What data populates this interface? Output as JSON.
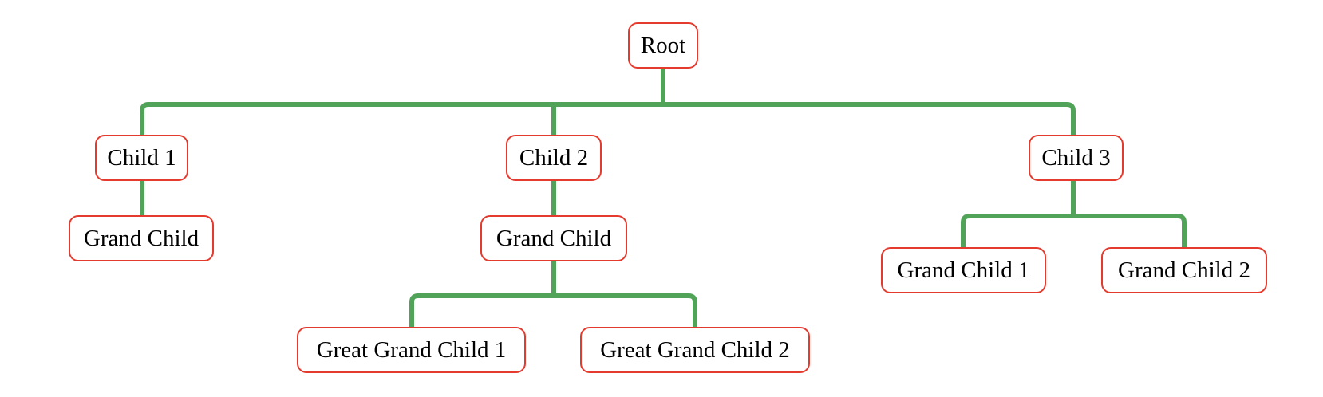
{
  "colors": {
    "connector": "#52a35a",
    "node_border": "#e53b2f",
    "node_text": "#000000",
    "background": "#ffffff"
  },
  "tree": {
    "root": "Root",
    "children": [
      {
        "label": "Child 1",
        "children": [
          {
            "label": "Grand Child"
          }
        ]
      },
      {
        "label": "Child 2",
        "children": [
          {
            "label": "Grand Child",
            "children": [
              {
                "label": "Great Grand Child 1"
              },
              {
                "label": "Great Grand Child 2"
              }
            ]
          }
        ]
      },
      {
        "label": "Child 3",
        "children": [
          {
            "label": "Grand Child 1"
          },
          {
            "label": "Grand Child 2"
          }
        ]
      }
    ]
  }
}
